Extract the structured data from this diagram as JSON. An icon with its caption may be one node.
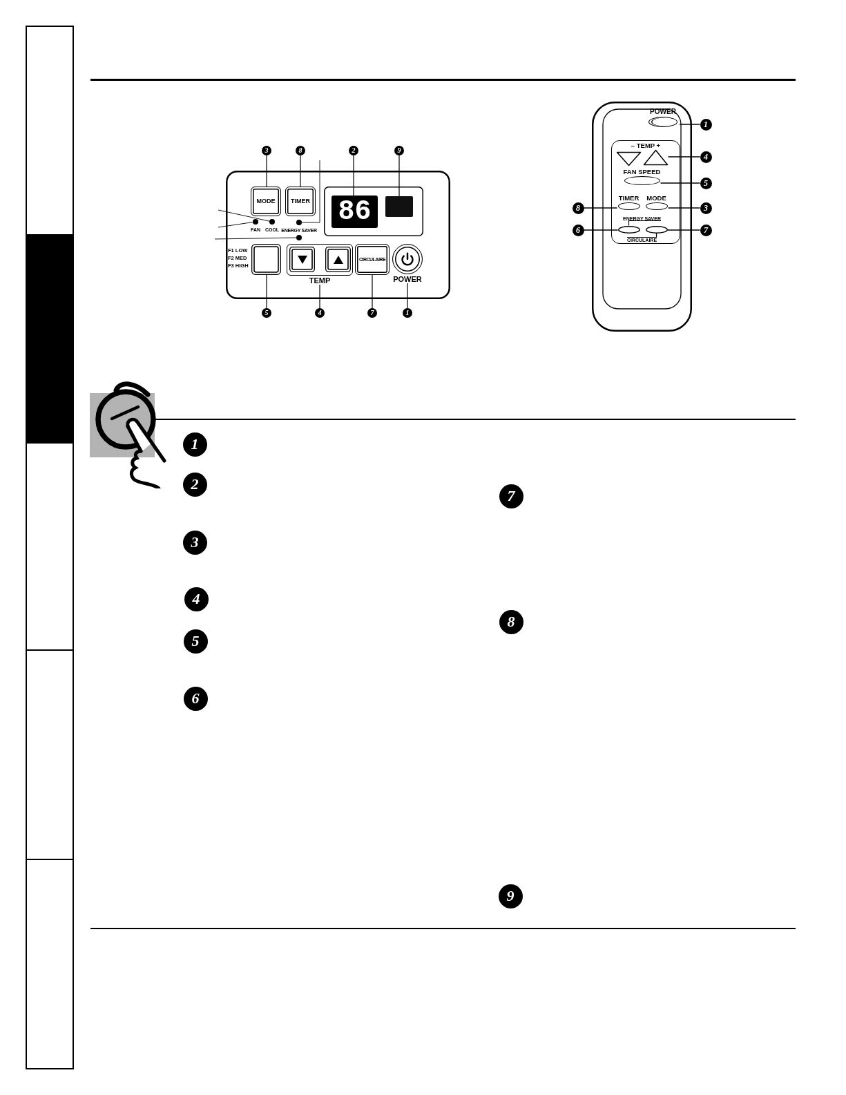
{
  "diagram": {
    "nodes": [
      {
        "text": [
          "3"
        ]
      },
      {
        "text": [
          "8"
        ]
      },
      {
        "text": [
          "2"
        ]
      },
      {
        "text": [],
        "shape": "box"
      },
      {
        "text": [
          "MODE"
        ],
        "in": 3
      },
      {
        "text": [
          "TIMER"
        ],
        "in": 3
      },
      {
        "text": [],
        "shape": "box",
        "in": 3
      },
      {
        "text": [
          "86"
        ],
        "in": 6
      },
      {
        "text": [],
        "shape": "box",
        "in": 6
      },
      {
        "text": [],
        "shape": "circle",
        "in": 3,
        "beside": [
          "FAN"
        ]
      },
      {
        "text": [],
        "shape": "circle",
        "in": 3,
        "beside": [
          "COOL"
        ]
      },
      {
        "text": [],
        "shape": "circle",
        "in": 3,
        "beside": [
          "ENERGY SAVER"
        ]
      },
      {
        "text": [],
        "shape": "circle",
        "in": 3
      },
      {
        "text": [],
        "shape": "box",
        "in": 3,
        "beside": [
          "F1 LOW",
          "F2 MED",
          "F3 HIGH"
        ]
      },
      {
        "text": [
          "TEMP"
        ],
        "in": 3
      },
      {
        "text": [],
        "shape": "box",
        "in": 14
      },
      {
        "text": [],
        "shape": "box",
        "in": 14
      },
      {
        "text": [
          "CIRCULAIRE"
        ],
        "in": 3
      },
      {
        "text": [
          "POWER"
        ],
        "in": 3
      },
      {
        "text": [
          "5"
        ]
      },
      {
        "text": [
          "4"
        ]
      },
      {
        "text": [
          "7"
        ]
      },
      {
        "text": [
          "1"
        ]
      },
      {
        "text": [],
        "shape": "box"
      },
      {
        "text": [
          "POWER"
        ],
        "in": 23
      },
      {
        "text": [
          "1"
        ]
      },
      {
        "text": [
          "– TEMP +"
        ],
        "in": 23
      },
      {
        "text": [],
        "shape": "triangle",
        "in": 26
      },
      {
        "text": [],
        "shape": "triangle",
        "in": 26
      },
      {
        "text": [
          "4"
        ]
      },
      {
        "text": [
          "FAN SPEED"
        ],
        "in": 26
      },
      {
        "text": [
          "5"
        ]
      },
      {
        "text": [
          "8"
        ]
      },
      {
        "text": [
          "TIMER"
        ],
        "in": 26
      },
      {
        "text": [
          "MODE"
        ],
        "in": 26
      },
      {
        "text": [
          "3"
        ]
      },
      {
        "text": [
          "6"
        ]
      },
      {
        "text": [
          "ENERGY SAVER"
        ],
        "in": 26
      },
      {
        "text": [],
        "shape": "oval",
        "in": 26
      },
      {
        "text": [],
        "shape": "oval",
        "in": 26
      },
      {
        "text": [
          "CIRCULAIRE"
        ],
        "in": 26
      },
      {
        "text": [
          "7"
        ]
      },
      {
        "text": [
          "9"
        ]
      }
    ],
    "edges": [
      {
        "from": 0,
        "to": 4,
        "arrow": "none"
      },
      {
        "from": 1,
        "to": 5,
        "arrow": "none"
      },
      {
        "from": 2,
        "to": 7,
        "arrow": "none"
      },
      {
        "from": null,
        "to": 10,
        "arrow": "none"
      },
      {
        "from": null,
        "to": 9,
        "arrow": "none"
      },
      {
        "from": null,
        "to": 11,
        "arrow": "none"
      },
      {
        "from": null,
        "to": 12,
        "arrow": "none"
      },
      {
        "from": 19,
        "to": 13,
        "arrow": "none"
      },
      {
        "from": 20,
        "to": 14,
        "arrow": "none"
      },
      {
        "from": 21,
        "to": 17,
        "arrow": "none"
      },
      {
        "from": 22,
        "to": 18,
        "arrow": "none"
      },
      {
        "from": 25,
        "to": 24,
        "arrow": "none"
      },
      {
        "from": 29,
        "to": 28,
        "arrow": "none"
      },
      {
        "from": 31,
        "to": 30,
        "arrow": "none"
      },
      {
        "from": 32,
        "to": 33,
        "arrow": "none"
      },
      {
        "from": 35,
        "to": 34,
        "arrow": "none"
      },
      {
        "from": 36,
        "to": 38,
        "arrow": "none"
      },
      {
        "from": 41,
        "to": 39,
        "arrow": "none"
      },
      {
        "from": 37,
        "to": 38,
        "arrow": "none"
      },
      {
        "from": 40,
        "to": 39,
        "arrow": "none"
      },
      {
        "from": 42,
        "to": 8,
        "arrow": "none"
      }
    ],
    "labels": [
      "1",
      "2",
      "3",
      "4",
      "5",
      "6",
      "7",
      "8",
      "9"
    ]
  }
}
